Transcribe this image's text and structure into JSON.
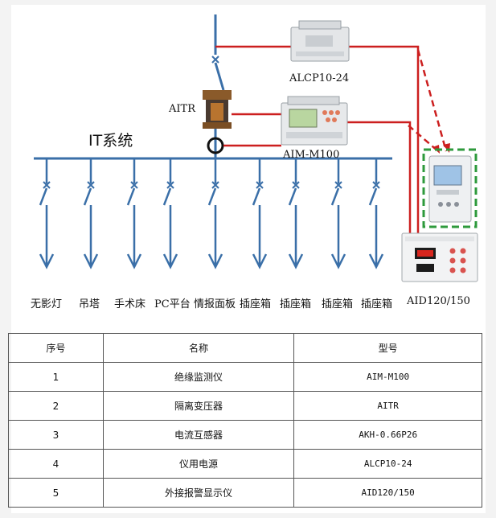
{
  "diagram": {
    "system_title": "IT系统",
    "device_labels": {
      "aitr": "AITR",
      "alcp": "ALCP10-24",
      "aim": "AIM-M100",
      "aid": "AID120/150"
    },
    "load_labels": [
      "无影灯",
      "吊塔",
      "手术床",
      "PC平台",
      "情报面板",
      "插座箱",
      "插座箱",
      "插座箱",
      "插座箱"
    ],
    "colors": {
      "bus": "#3a6fa8",
      "signal": "#cc1f1f",
      "dashed_box": "#2e9a3c"
    }
  },
  "table": {
    "headers": [
      "序号",
      "名称",
      "型号"
    ],
    "rows": [
      [
        "1",
        "绝缘监测仪",
        "AIM-M100"
      ],
      [
        "2",
        "隔离变压器",
        "AITR"
      ],
      [
        "3",
        "电流互感器",
        "AKH-0.66P26"
      ],
      [
        "4",
        "仪用电源",
        "ALCP10-24"
      ],
      [
        "5",
        "外接报警显示仪",
        "AID120/150"
      ]
    ]
  }
}
